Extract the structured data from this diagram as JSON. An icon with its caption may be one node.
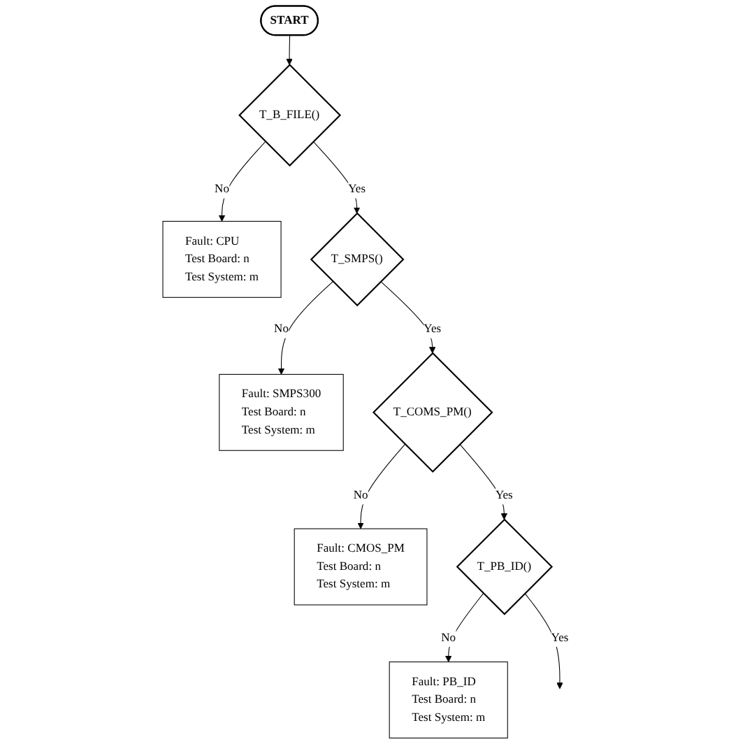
{
  "diagram": {
    "nodes": [
      {
        "text": [
          "START"
        ]
      },
      {
        "text": [
          "T_B_FILE()"
        ]
      },
      {
        "text": [
          "Fault: CPU",
          "Test Board: n",
          "Test System: m"
        ]
      },
      {
        "text": [
          "T_SMPS()"
        ]
      },
      {
        "text": [
          "Fault: SMPS300",
          "Test Board: n",
          "Test System: m"
        ]
      },
      {
        "text": [
          "T_COMS_PM()"
        ]
      },
      {
        "text": [
          "Fault: CMOS_PM",
          "Test Board: n",
          "Test System: m"
        ]
      },
      {
        "text": [
          "T_PB_ID()"
        ]
      },
      {
        "text": [
          "Fault: PB_ID",
          "Test Board: n",
          "Test System: m"
        ]
      }
    ],
    "edges": [
      {
        "from": 0,
        "to": 1,
        "arrow": "to"
      },
      {
        "from": 1,
        "to": 2,
        "arrow": "to",
        "label": "No"
      },
      {
        "from": 1,
        "to": 3,
        "arrow": "to",
        "label": "Yes"
      },
      {
        "from": 3,
        "to": 4,
        "arrow": "to",
        "label": "No"
      },
      {
        "from": 3,
        "to": 5,
        "arrow": "to",
        "label": "Yes"
      },
      {
        "from": 5,
        "to": 6,
        "arrow": "to",
        "label": "No"
      },
      {
        "from": 5,
        "to": 7,
        "arrow": "to",
        "label": "Yes"
      },
      {
        "from": 7,
        "to": 8,
        "arrow": "to",
        "label": "No"
      },
      {
        "from": 7,
        "to": null,
        "arrow": "to",
        "label": "Yes"
      }
    ]
  }
}
